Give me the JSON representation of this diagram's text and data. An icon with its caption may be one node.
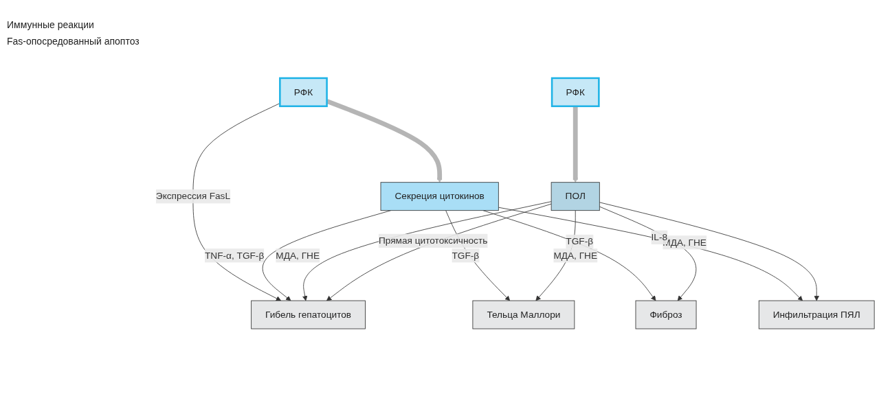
{
  "diagram": {
    "nodes": [
      {
        "text": [
          "РФК"
        ]
      },
      {
        "text": [
          "ПОЛ"
        ]
      },
      {
        "text": [
          "Гибель гепатоцитов"
        ]
      },
      {
        "text": [
          "Тельца Маллори"
        ]
      },
      {
        "text": [
          "Фиброз"
        ]
      },
      {
        "text": [
          "Инфильтрация ПЯЛ"
        ]
      },
      {
        "text": [
          "Секреция цитокинов"
        ]
      },
      {
        "text": [
          "РФК"
        ]
      }
    ],
    "edges": [
      {
        "from": 0,
        "to": 1,
        "arrow": "to",
        "style": "thick",
        "color": "#b5b5b5"
      },
      {
        "from": 1,
        "to": 2,
        "arrow": "to",
        "label": "Прямая цитотоксичность"
      },
      {
        "from": 1,
        "to": 2,
        "arrow": "to",
        "label": "МДА, ГНЕ"
      },
      {
        "from": 1,
        "to": 3,
        "arrow": "to",
        "label": "МДА, ГНЕ"
      },
      {
        "from": 1,
        "to": 4,
        "arrow": "to",
        "label": "МДА, ГНЕ"
      },
      {
        "from": 1,
        "to": 5,
        "arrow": "to"
      },
      {
        "from": 6,
        "to": 2,
        "arrow": "to",
        "label": "TNF-α, TGF-β"
      },
      {
        "from": 6,
        "to": 3,
        "arrow": "to",
        "label": "TGF-β"
      },
      {
        "from": 6,
        "to": 4,
        "arrow": "to",
        "label": "TGF-β"
      },
      {
        "from": 6,
        "to": 5,
        "arrow": "to",
        "label": "IL-8"
      },
      {
        "from": 7,
        "to": 6,
        "arrow": "to",
        "style": "thick",
        "color": "#b5b5b5"
      },
      {
        "from": 7,
        "to": 2,
        "arrow": "to",
        "label": "Экспрессия FasL"
      }
    ],
    "labels": [
      "Иммунные реакции",
      "Fas-опосредованный апоптоз"
    ]
  }
}
